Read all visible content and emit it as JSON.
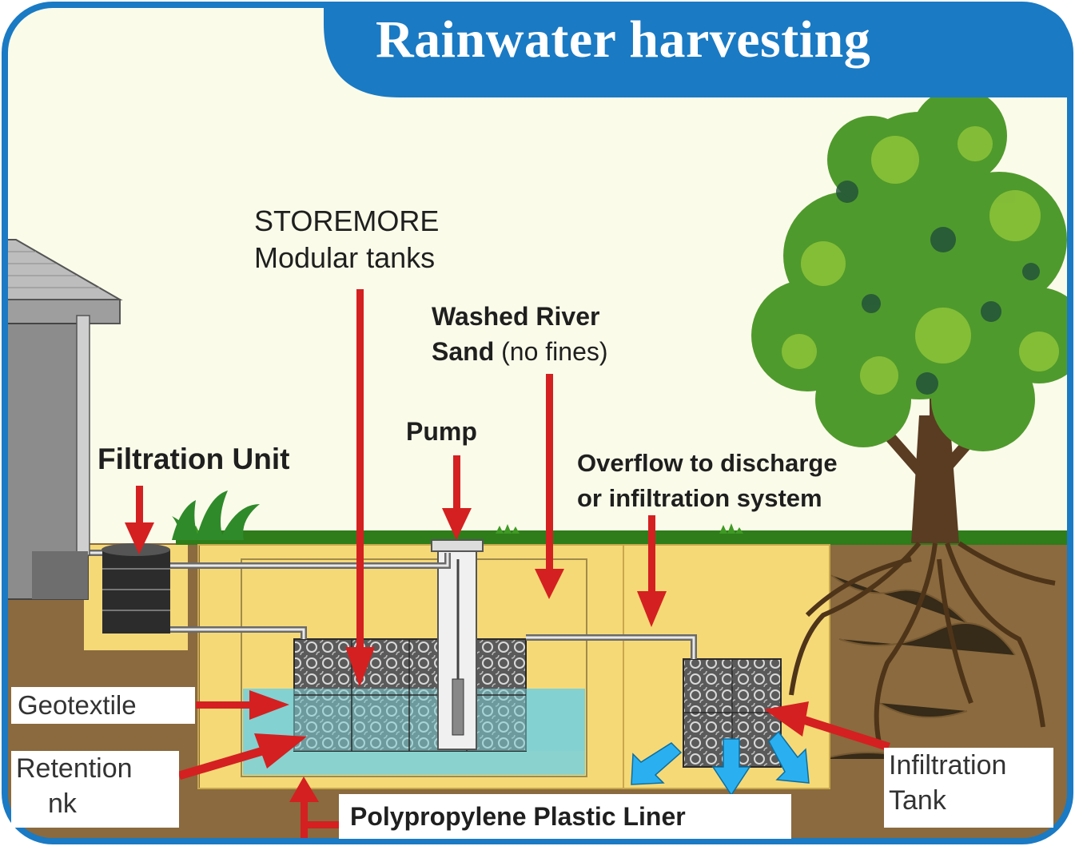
{
  "title": "Rainwater harvesting",
  "labels": {
    "storemore_line1": "STOREMORE",
    "storemore_line2": "Modular tanks",
    "sand_bold": "Washed River",
    "sand_line2_bold": "Sand",
    "sand_line2_normal": "(no fines)",
    "pump": "Pump",
    "filtration_unit": "Filtration Unit",
    "overflow_line1": "Overflow to discharge",
    "overflow_line2": "or infiltration system",
    "geotextile": "Geotextile",
    "retention_line1": "Retention",
    "retention_line2": "nk",
    "infiltration_line1": "Infiltration",
    "infiltration_line2": "Tank",
    "liner": "Polypropylene Plastic Liner"
  },
  "colors": {
    "frame_blue": "#1a7ac4",
    "arrow_red": "#d42020",
    "sand": "#f6d977",
    "soil": "#8a6a3e",
    "water": "#7ed0d6",
    "sky": "#fbfbea",
    "grass": "#2e7d1a",
    "flow_blue": "#2ab0f0"
  }
}
